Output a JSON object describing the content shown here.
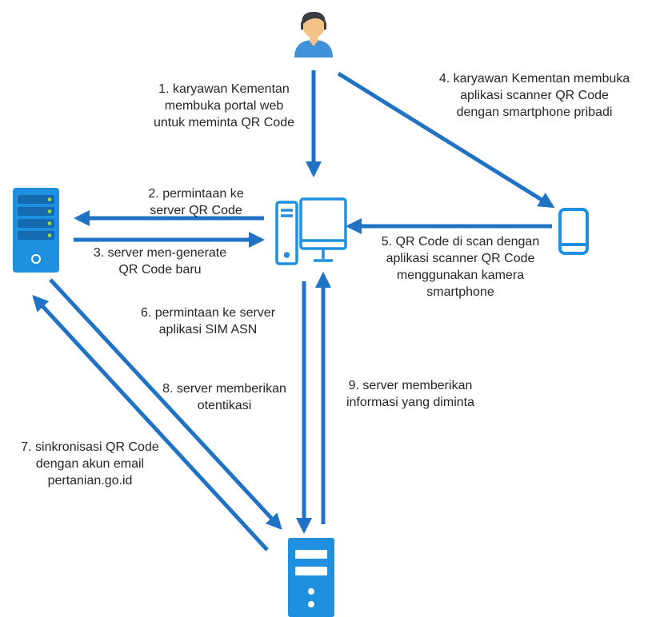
{
  "colors": {
    "arrow": "#1f72c4",
    "device_blue": "#1f8fe0",
    "device_dark": "#166bb0",
    "server_led": "#a6e033",
    "user_skin": "#f3c38a",
    "user_hair": "#3a3d44",
    "user_shirt": "#3f91d8"
  },
  "icons": {
    "user": "user-avatar-icon",
    "computer": "desktop-computer-icon",
    "phone": "smartphone-icon",
    "qr_server": "server-rack-icon",
    "sim_server": "server-tower-icon"
  },
  "steps": [
    {
      "id": "step-1",
      "lines": [
        "1. karyawan Kementan",
        "membuka portal web",
        "untuk meminta QR Code"
      ]
    },
    {
      "id": "step-2",
      "lines": [
        "2. permintaan ke",
        "server QR Code"
      ]
    },
    {
      "id": "step-3",
      "lines": [
        "3. server men-generate",
        "QR Code baru"
      ]
    },
    {
      "id": "step-4",
      "lines": [
        "4. karyawan Kementan membuka",
        "aplikasi scanner  QR Code",
        "dengan smartphone pribadi"
      ]
    },
    {
      "id": "step-5",
      "lines": [
        "5. QR Code di scan dengan",
        "aplikasi scanner QR Code",
        "menggunakan kamera",
        "smartphone"
      ]
    },
    {
      "id": "step-6",
      "lines": [
        "6. permintaan ke server",
        "aplikasi SIM ASN"
      ]
    },
    {
      "id": "step-7",
      "lines": [
        "7. sinkronisasi QR Code",
        "dengan akun email",
        "pertanian.go.id"
      ]
    },
    {
      "id": "step-8",
      "lines": [
        "8. server memberikan",
        "otentikasi"
      ]
    },
    {
      "id": "step-9",
      "lines": [
        "9. server memberikan",
        "informasi yang diminta"
      ]
    }
  ]
}
